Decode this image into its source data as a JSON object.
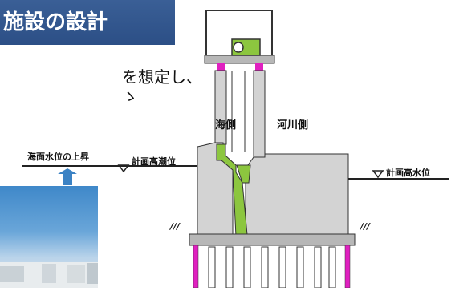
{
  "header": {
    "title": "施設の設計"
  },
  "intro": {
    "line1": "を想定し、",
    "line2": "ゝ"
  },
  "labels": {
    "sea_side": "海側",
    "river_side": "河川側",
    "sea_level_rise": "海面水位の上昇",
    "planned_tide_level": "計画高潮位",
    "planned_high_water": "計画高水位",
    "ground_mark_left": "///",
    "ground_mark_right": "///"
  },
  "colors": {
    "title_bg": "#2c4f86",
    "structure_gray": "#d3d3d3",
    "gate_green": "#8cc63f",
    "pile_magenta": "#e020c0",
    "arrow_blue": "#3b82c4"
  }
}
